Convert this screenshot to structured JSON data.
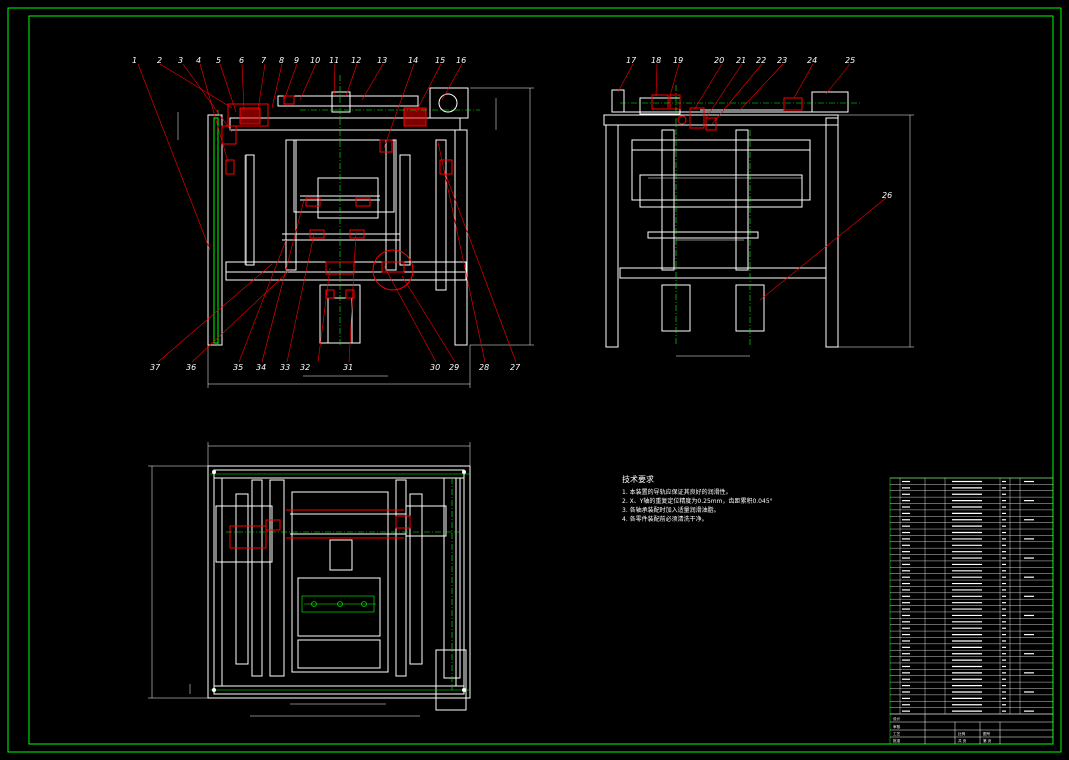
{
  "colors": {
    "background": "#000000",
    "frame": "#00ff00",
    "structure": "#ffffff",
    "parts": "#ff0000",
    "centerline": "#00ff00",
    "dimension": "#ffffff"
  },
  "front_view_labels": [
    "1",
    "2",
    "3",
    "4",
    "5",
    "6",
    "7",
    "8",
    "9",
    "10",
    "11",
    "12",
    "13",
    "14",
    "15",
    "16",
    "27",
    "28",
    "29",
    "30",
    "31",
    "32",
    "33",
    "34",
    "35",
    "36",
    "37"
  ],
  "side_view_labels": [
    "17",
    "18",
    "19",
    "20",
    "21",
    "22",
    "23",
    "24",
    "25",
    "26"
  ],
  "technical_requirements": {
    "title": "技术要求",
    "items": [
      "1. 本装置的导轨应保证其良好的润滑性。",
      "2. X、Y轴的重复定位精度为0.25mm，齿距累积0.045°",
      "3. 各轴承装配时加入适量润滑油脂。",
      "4. 各零件装配前必须清洗干净。"
    ]
  },
  "title_block": {
    "row_count": 37,
    "footer_labels": [
      "设计",
      "审核",
      "工艺",
      "批准",
      "共 页",
      "第 页",
      "比例",
      "图号"
    ]
  }
}
